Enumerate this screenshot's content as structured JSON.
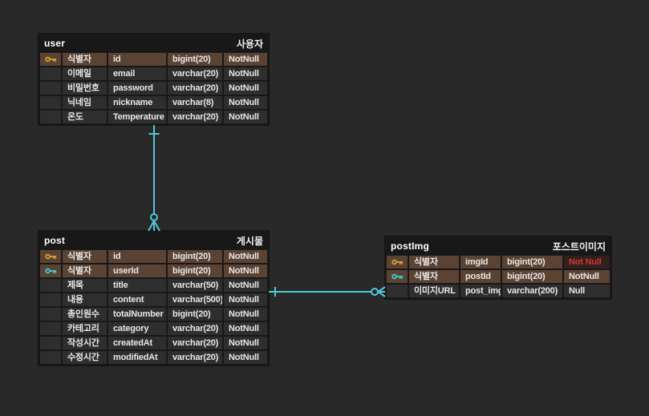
{
  "colors": {
    "background": "#292929",
    "table_frame": "#181818",
    "cell_bg": "#2e2e2e",
    "pk_row_bg": "#5b4334",
    "alert_cell_bg": "#31201b",
    "alert_text": "#cd3a36",
    "relation_line": "#4fc8da",
    "primary_key_icon_color": "#d9a62e",
    "foreign_key_icon_color": "#3fd0dc"
  },
  "icons": {
    "primary_key": "gold-key-icon",
    "foreign_key": "cyan-key-icon"
  },
  "tables": {
    "user": {
      "name": "user",
      "logical_name": "사용자",
      "columns": [
        {
          "logical": "식별자",
          "physical": "id",
          "type": "bigint(20)",
          "nullable": "NotNull",
          "key": "primary-key"
        },
        {
          "logical": "이메일",
          "physical": "email",
          "type": "varchar(20)",
          "nullable": "NotNull",
          "key": ""
        },
        {
          "logical": "비밀번호",
          "physical": "password",
          "type": "varchar(20)",
          "nullable": "NotNull",
          "key": ""
        },
        {
          "logical": "닉네임",
          "physical": "nickname",
          "type": "varchar(8)",
          "nullable": "NotNull",
          "key": ""
        },
        {
          "logical": "온도",
          "physical": "Temperature",
          "type": "varchar(20)",
          "nullable": "NotNull",
          "key": ""
        }
      ]
    },
    "post": {
      "name": "post",
      "logical_name": "게시물",
      "columns": [
        {
          "logical": "식별자",
          "physical": "id",
          "type": "bigint(20)",
          "nullable": "NotNull",
          "key": "primary-key"
        },
        {
          "logical": "식별자",
          "physical": "userId",
          "type": "bigint(20)",
          "nullable": "NotNull",
          "key": "foreign-key"
        },
        {
          "logical": "제목",
          "physical": "title",
          "type": "varchar(50)",
          "nullable": "NotNull",
          "key": ""
        },
        {
          "logical": "내용",
          "physical": "content",
          "type": "varchar(500)",
          "nullable": "NotNull",
          "key": ""
        },
        {
          "logical": "총인원수",
          "physical": "totalNumber",
          "type": "bigint(20)",
          "nullable": "NotNull",
          "key": ""
        },
        {
          "logical": "카테고리",
          "physical": "category",
          "type": "varchar(20)",
          "nullable": "NotNull",
          "key": ""
        },
        {
          "logical": "작성시간",
          "physical": "createdAt",
          "type": "varchar(20)",
          "nullable": "NotNull",
          "key": ""
        },
        {
          "logical": "수정시간",
          "physical": "modifiedAt",
          "type": "varchar(20)",
          "nullable": "NotNull",
          "key": ""
        }
      ]
    },
    "postImg": {
      "name": "postImg",
      "logical_name": "포스트이미지",
      "columns": [
        {
          "logical": "식별자",
          "physical": "imgId",
          "type": "bigint(20)",
          "nullable": "Not Null",
          "key": "primary-key"
        },
        {
          "logical": "식별자",
          "physical": "postId",
          "type": "bigint(20)",
          "nullable": "NotNull",
          "key": "foreign-key"
        },
        {
          "logical": "이미지URL",
          "physical": "post_img",
          "type": "varchar(200)",
          "nullable": "Null",
          "key": ""
        }
      ]
    }
  },
  "relations": [
    {
      "from": "user",
      "to": "post",
      "from_cardinality": "one",
      "to_cardinality": "zero-or-many"
    },
    {
      "from": "post",
      "to": "postImg",
      "from_cardinality": "one",
      "to_cardinality": "zero-or-many"
    }
  ]
}
